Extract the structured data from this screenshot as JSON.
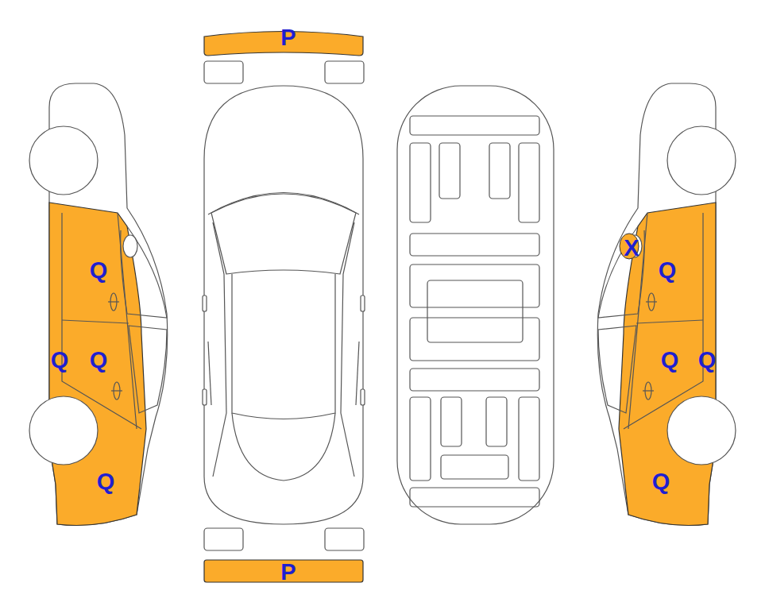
{
  "diagram": {
    "labels": [
      "P",
      "Q",
      "Q",
      "Q",
      "Q",
      "X",
      "Q",
      "Q",
      "Q",
      "Q",
      "P"
    ]
  }
}
